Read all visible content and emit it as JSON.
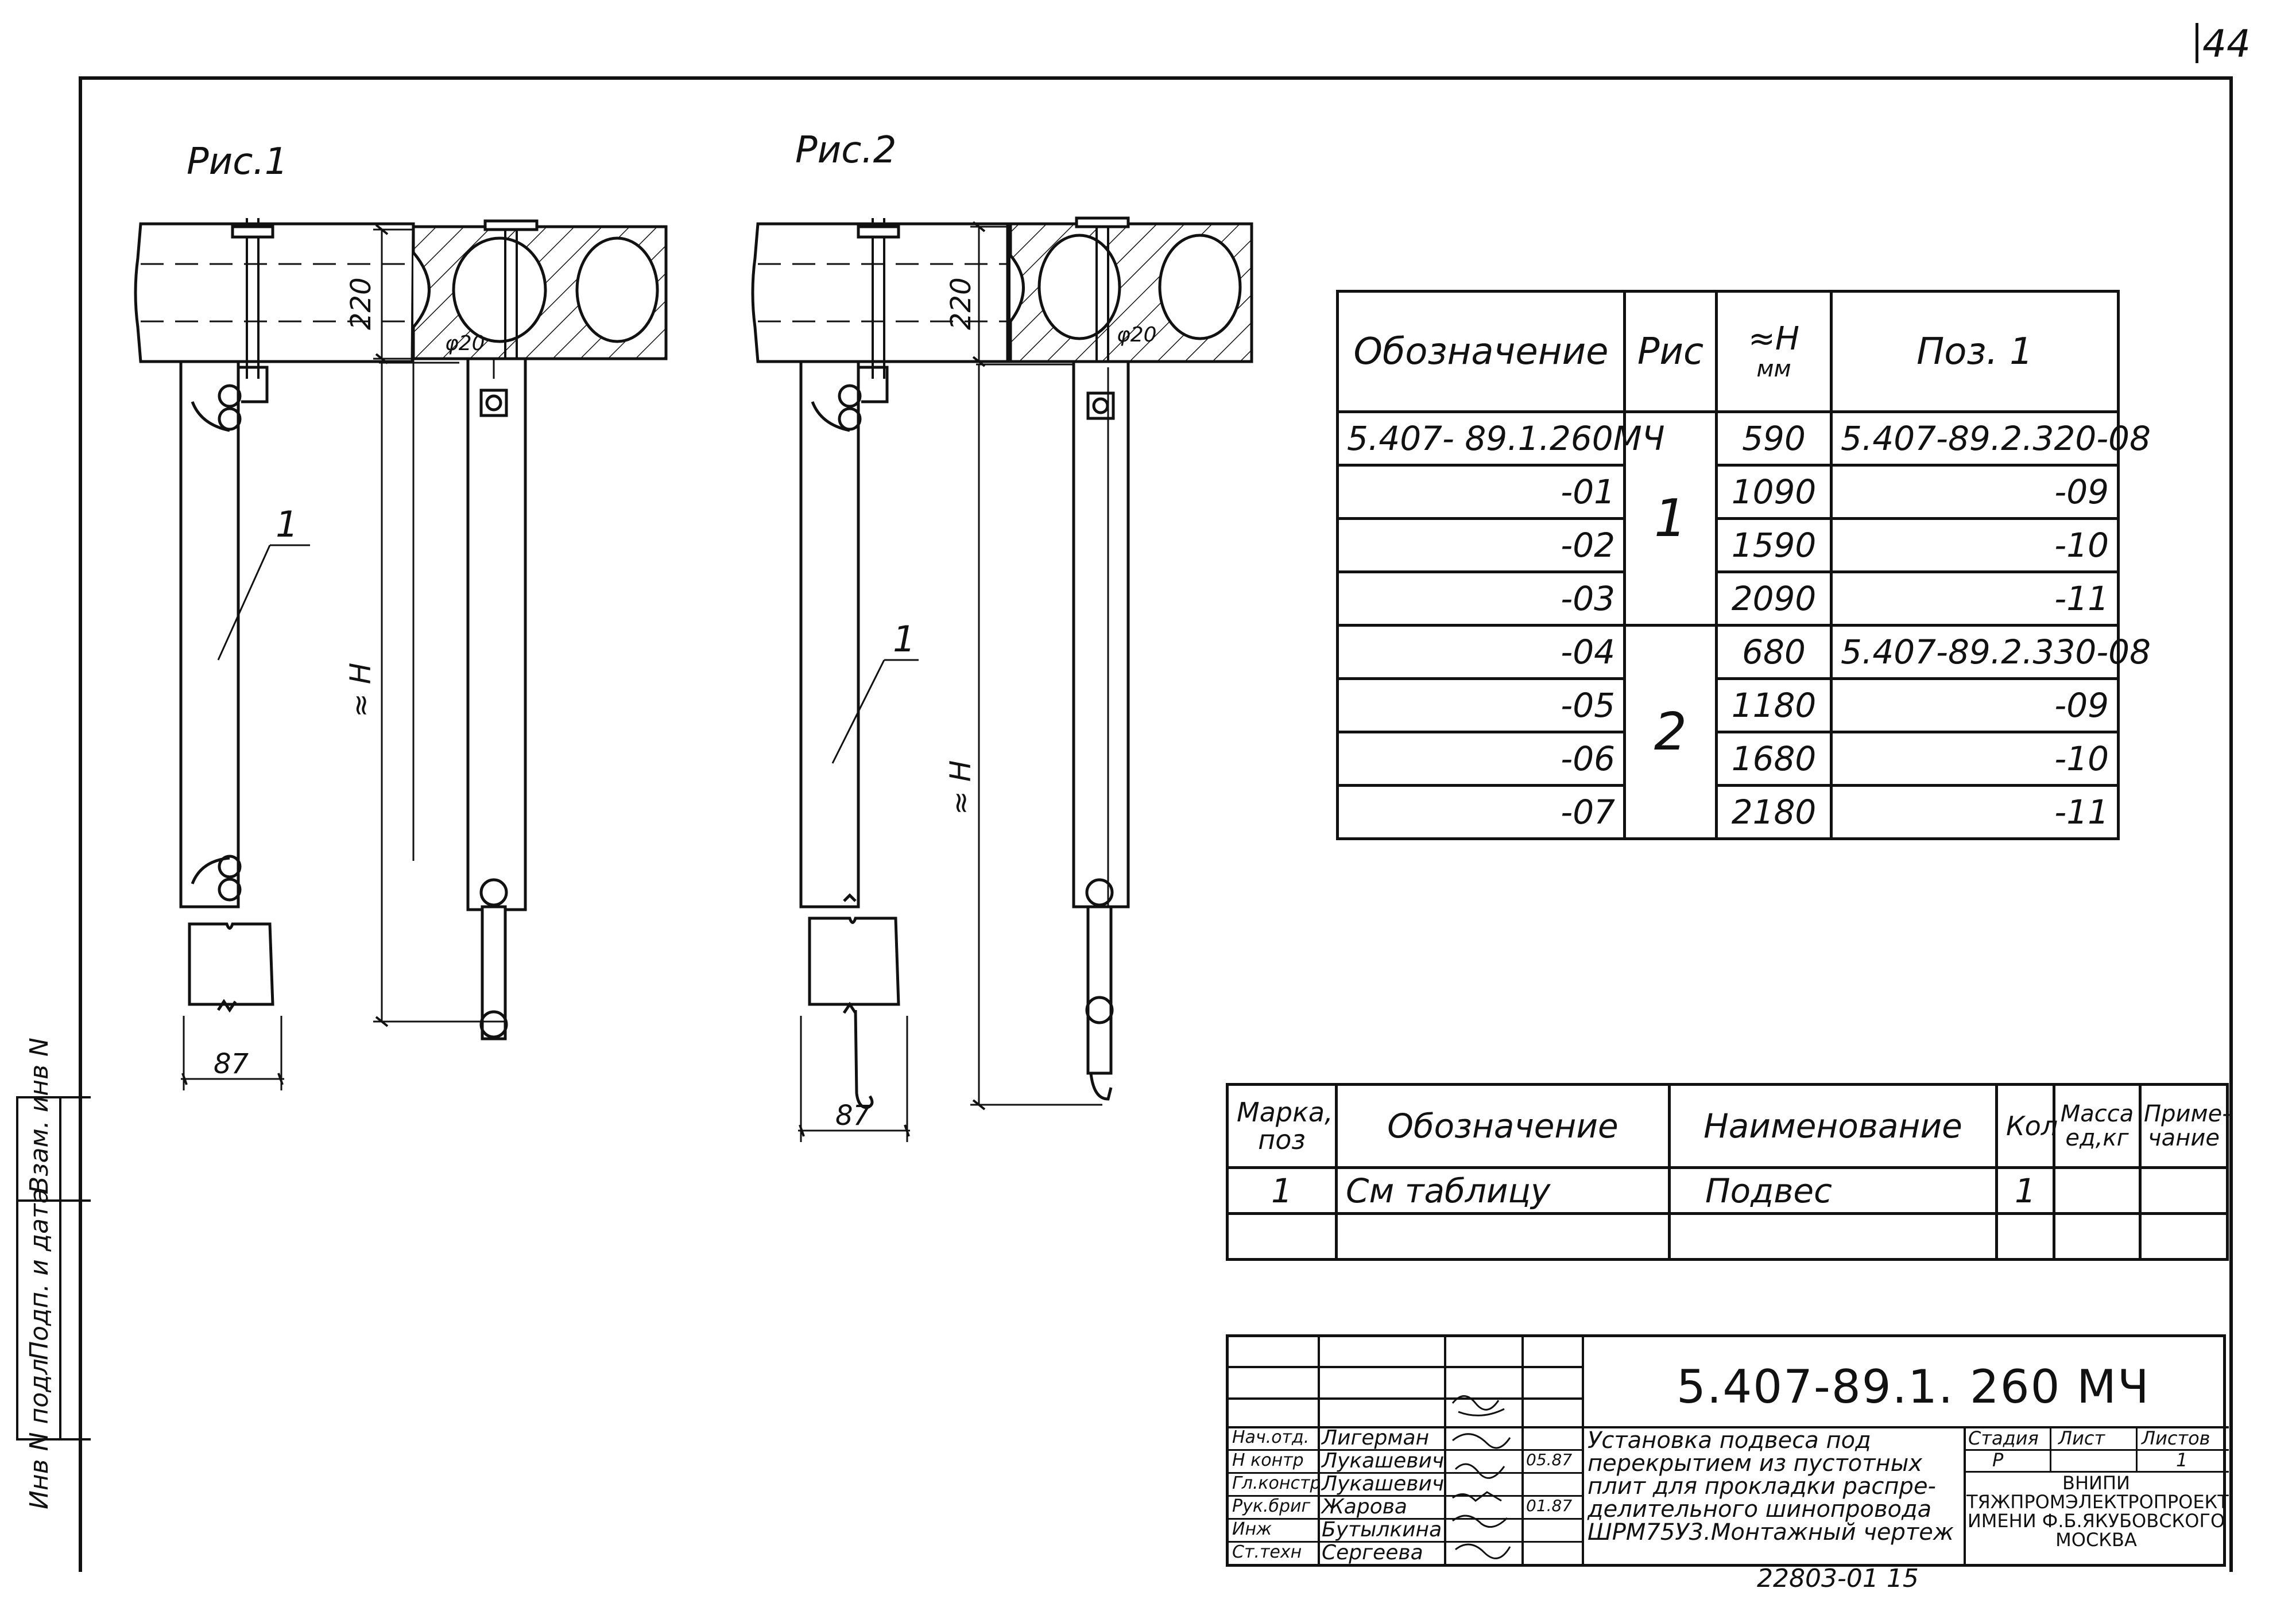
{
  "sheet_number": "44",
  "figures": {
    "fig1_title": "Рис.1",
    "fig2_title": "Рис.2",
    "dim_220": "220",
    "dim_phi20": "φ20",
    "dim_87": "87",
    "dim_H": "≈ H",
    "pos_1": "1"
  },
  "variant_table": {
    "headers": [
      "Обозначение",
      "Рис",
      "≈H",
      "мм",
      "Поз. 1"
    ],
    "rows": [
      {
        "designation": "5.407- 89.1.260МЧ",
        "fig": "",
        "h": "590",
        "pos": "5.407-89.2.320-08"
      },
      {
        "designation": "-01",
        "fig": "",
        "h": "1090",
        "pos": "-09"
      },
      {
        "designation": "-02",
        "fig": "1",
        "h": "1590",
        "pos": "-10"
      },
      {
        "designation": "-03",
        "fig": "",
        "h": "2090",
        "pos": "-11"
      },
      {
        "designation": "-04",
        "fig": "",
        "h": "680",
        "pos": "5.407-89.2.330-08"
      },
      {
        "designation": "-05",
        "fig": "2",
        "h": "1180",
        "pos": "-09"
      },
      {
        "designation": "-06",
        "fig": "",
        "h": "1680",
        "pos": "-10"
      },
      {
        "designation": "-07",
        "fig": "",
        "h": "2180",
        "pos": "-11"
      }
    ]
  },
  "spec_table": {
    "headers": [
      "Марка, поз",
      "Обозначение",
      "Наименование",
      "Кол",
      "Масса ед,кг",
      "Приме- чание"
    ],
    "row": {
      "mark": "1",
      "designation": "См таблицу",
      "name": "Подвес",
      "qty": "1",
      "mass": "",
      "note": ""
    }
  },
  "title_block": {
    "doc_code": "5.407-89.1. 260 МЧ",
    "roles": [
      "Нач.отд.",
      "Н контр",
      "Гл.констр",
      "Рук.бриг",
      "Инж",
      "Ст.техн"
    ],
    "names": [
      "Лигерман",
      "Лукашевич",
      "Лукашевич",
      "Жарова",
      "Бутылкина",
      "Сергеева"
    ],
    "dates": [
      "",
      "05.87",
      "",
      "01.87",
      "",
      ""
    ],
    "description": [
      "Установка подвеса под",
      "перекрытием из пустотных",
      "плит для прокладки распре-",
      "делительного шинопровода",
      "ШРМ75У3.Монтажный чертеж"
    ],
    "stage_label": "Стадия",
    "sheet_label": "Лист",
    "sheets_label": "Листов",
    "stage": "Р",
    "sheet": "",
    "sheets": "1",
    "org": [
      "ВНИПИ",
      "ТЯЖПРОМЭЛЕКТРОПРОЕКТ",
      "ИМЕНИ Ф.Б.ЯКУБОВСКОГО",
      "МОСКВА"
    ]
  },
  "side_stamp": [
    "Инв N подл",
    "Подп. и дата",
    "Взам. инв N"
  ],
  "footer_number": "22803-01   15"
}
